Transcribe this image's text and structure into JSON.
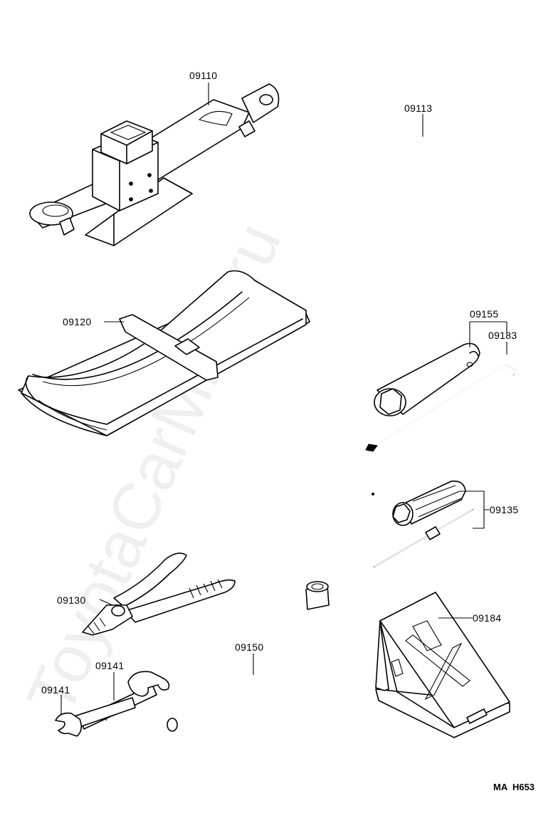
{
  "watermark": "ToyotaCarMine.ru",
  "diagram_code": "MA  H653",
  "part_labels": {
    "jack": "09110",
    "jack_handle": "09113",
    "tool_bag": "09120",
    "wheel_nut_wrench": "09155",
    "wrench_extension": "09183",
    "screwdriver": "09135",
    "pliers": "09130",
    "socket_wrench": "09150",
    "wrench_a": "09141",
    "wrench_b": "09141",
    "wheel_chock": "09184"
  }
}
